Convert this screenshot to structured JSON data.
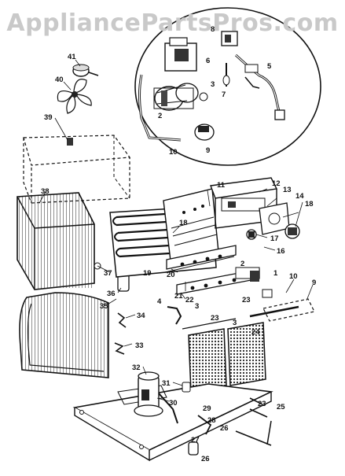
{
  "watermark": "AppliancePartsPros.com",
  "callouts": [
    {
      "id": "41",
      "label": "41"
    },
    {
      "id": "40",
      "label": "40"
    },
    {
      "id": "39",
      "label": "39"
    },
    {
      "id": "38",
      "label": "38"
    },
    {
      "id": "37",
      "label": "37"
    },
    {
      "id": "36",
      "label": "36"
    },
    {
      "id": "35",
      "label": "35"
    },
    {
      "id": "34",
      "label": "34"
    },
    {
      "id": "33",
      "label": "33"
    },
    {
      "id": "32",
      "label": "32"
    },
    {
      "id": "31",
      "label": "31"
    },
    {
      "id": "30",
      "label": "30"
    },
    {
      "id": "29",
      "label": "29"
    },
    {
      "id": "28",
      "label": "28"
    },
    {
      "id": "27",
      "label": "27"
    },
    {
      "id": "26a",
      "label": "26"
    },
    {
      "id": "26b",
      "label": "26"
    },
    {
      "id": "25",
      "label": "25"
    },
    {
      "id": "24",
      "label": "24"
    },
    {
      "id": "23a",
      "label": "23"
    },
    {
      "id": "23b",
      "label": "23"
    },
    {
      "id": "23c",
      "label": "23"
    },
    {
      "id": "22",
      "label": "22"
    },
    {
      "id": "21",
      "label": "21"
    },
    {
      "id": "20",
      "label": "20"
    },
    {
      "id": "19",
      "label": "19"
    },
    {
      "id": "18a",
      "label": "18"
    },
    {
      "id": "18b",
      "label": "18"
    },
    {
      "id": "17",
      "label": "17"
    },
    {
      "id": "16",
      "label": "16"
    },
    {
      "id": "14",
      "label": "14"
    },
    {
      "id": "13",
      "label": "13"
    },
    {
      "id": "12",
      "label": "12"
    },
    {
      "id": "11",
      "label": "11"
    },
    {
      "id": "10a",
      "label": "10"
    },
    {
      "id": "10b",
      "label": "10"
    },
    {
      "id": "9a",
      "label": "9"
    },
    {
      "id": "9b",
      "label": "9"
    },
    {
      "id": "8",
      "label": "8"
    },
    {
      "id": "7",
      "label": "7"
    },
    {
      "id": "6",
      "label": "6"
    },
    {
      "id": "5",
      "label": "5"
    },
    {
      "id": "4",
      "label": "4"
    },
    {
      "id": "3a",
      "label": "3"
    },
    {
      "id": "3b",
      "label": "3"
    },
    {
      "id": "3c",
      "label": "3"
    },
    {
      "id": "2a",
      "label": "2"
    },
    {
      "id": "2b",
      "label": "2"
    },
    {
      "id": "1",
      "label": "1"
    }
  ]
}
